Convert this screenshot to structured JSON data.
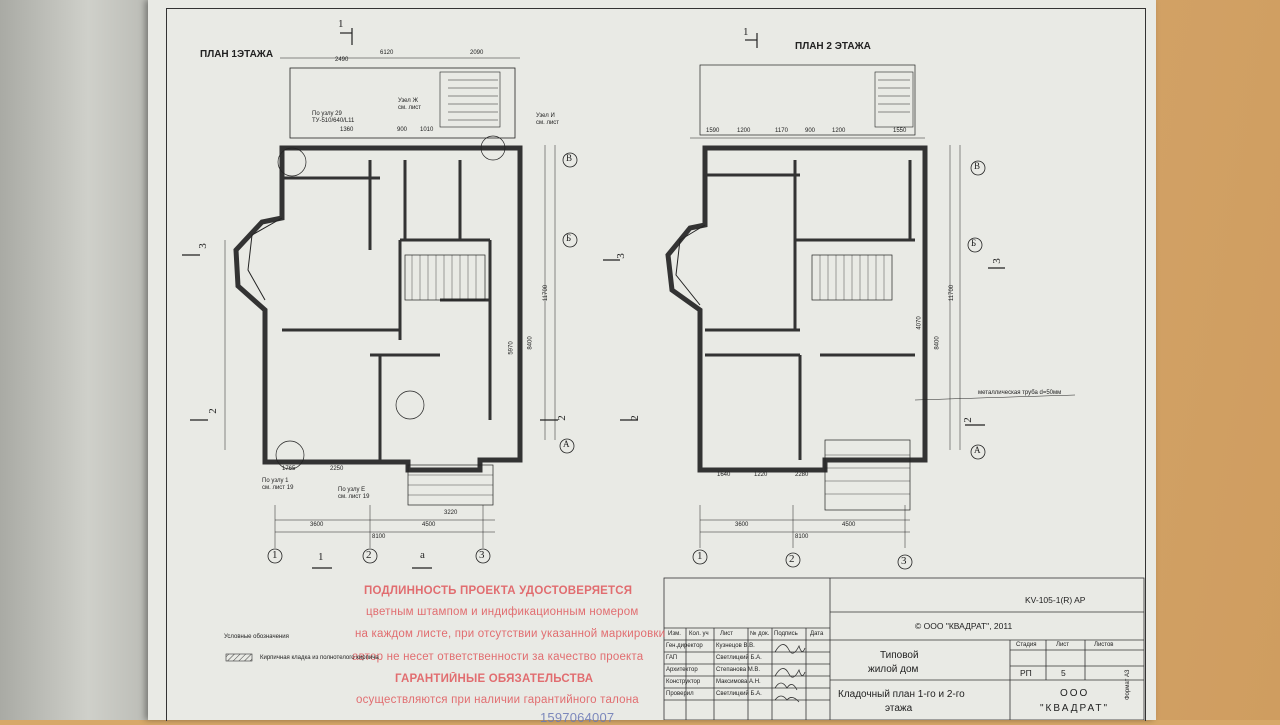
{
  "plans": {
    "floor1_title": "ПЛАН 1ЭТАЖА",
    "floor2_title": "ПЛАН 2 ЭТАЖА",
    "axes_rows": [
      "В",
      "Б",
      "А"
    ],
    "axes_cols": [
      "1",
      "2",
      "3"
    ],
    "section_marks": [
      "1",
      "2",
      "3",
      "а"
    ],
    "floor1_dims_top": [
      "6120",
      "2490",
      "2090",
      "1360",
      "900",
      "1010"
    ],
    "floor1_dims_bottom": [
      "3600",
      "4500",
      "8100",
      "2250",
      "1765",
      "3220"
    ],
    "floor1_dims_right": [
      "11700",
      "8400",
      "5970"
    ],
    "floor2_dims_top": [
      "1590",
      "1200",
      "1170",
      "900",
      "1200",
      "1550"
    ],
    "floor2_dims_bottom": [
      "3600",
      "4500",
      "8100",
      "1640",
      "1220",
      "2280"
    ],
    "floor2_dims_right": [
      "11700",
      "8400",
      "4070"
    ],
    "floor1_notes": [
      "По узлу 29",
      "ТУ-510/640/L11",
      "Узел Ж",
      "см. лист",
      "Узел И",
      "см. лист",
      "По узлу 1",
      "см. лист 19",
      "По узлу Е",
      "см. лист 19"
    ],
    "floor2_note": "металлическая труба d=50мм"
  },
  "stamp": {
    "line1": "ПОДЛИННОСТЬ ПРОЕКТА УДОСТОВЕРЯЕТСЯ",
    "line2": "цветным штампом и индификационным номером",
    "line3": "на каждом листе, при отсутствии указанной маркировки",
    "line4": "автор не несет ответственности за качество проекта",
    "line5": "ГАРАНТИЙНЫЕ ОБЯЗАТЕЛЬСТВА",
    "line6": "осуществляются при наличии гарантийного талона",
    "number": "1597064007"
  },
  "legend": {
    "title": "Условные обозначения",
    "item": "Кирпичная кладка из полнотелого кирпича"
  },
  "title_block": {
    "code": "KV-105-1(R)   AP",
    "copyright": "© ООО \"КВАДРАТ\", 2011",
    "project": "Типовой",
    "project2": "жилой дом",
    "sheet_title": "Кладочный план 1-го и 2-го",
    "sheet_title2": "этажа",
    "company1": "ООО",
    "company2": "\"КВАДРАТ\"",
    "col_headers": [
      "Изм.",
      "Кол. уч",
      "Лист",
      "№ док.",
      "Подпись",
      "Дата"
    ],
    "stage_header": "Стадия",
    "sheet_header": "Лист",
    "sheets_header": "Листов",
    "stage": "РП",
    "sheet": "5",
    "roles": [
      {
        "role": "Ген.директор",
        "name": "Кузнецов В.В."
      },
      {
        "role": "ГАП",
        "name": "Светлицкий Б.А."
      },
      {
        "role": "Архитектор",
        "name": "Степанова М.В."
      },
      {
        "role": "Конструктор",
        "name": "Максимова А.Н."
      },
      {
        "role": "Проверил",
        "name": "Светлицкий Б.А."
      }
    ],
    "format": "Формат А3"
  }
}
